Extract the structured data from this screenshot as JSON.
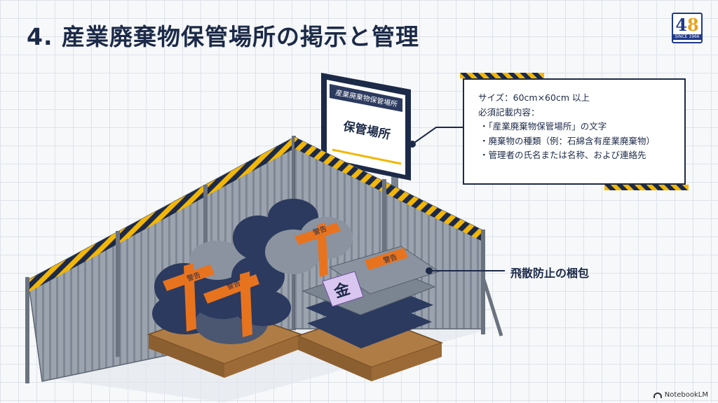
{
  "title": "4. 産業廃棄物保管場所の掲示と管理",
  "logo": {
    "number_main": "4",
    "number_accent": "8",
    "since": "SINCE 1966"
  },
  "signboard": {
    "top_text": "産業廃棄物保管場所",
    "main_text": "保管場所"
  },
  "requirements": {
    "size": "サイズ：60cm×60cm 以上",
    "heading": "必須記載内容：",
    "items": [
      "・「産業廃棄物保管場所」の文字",
      "・廃棄物の種類（例：石綿含有産業廃棄物）",
      "・管理者の氏名または名称、および連絡先"
    ]
  },
  "bundle_callout": "飛散防止の梱包",
  "bag_text": {
    "label": "金",
    "band": "警告"
  },
  "footer": {
    "brand": "NotebookLM"
  },
  "colors": {
    "navy": "#1c2a48",
    "hazard_yellow": "#f2b705",
    "band_orange": "#e8731f",
    "bag_dark": "#2b3a5e",
    "bag_grey": "#8a939f",
    "fence": "#8f98a4",
    "pallet": "#b07c45"
  }
}
